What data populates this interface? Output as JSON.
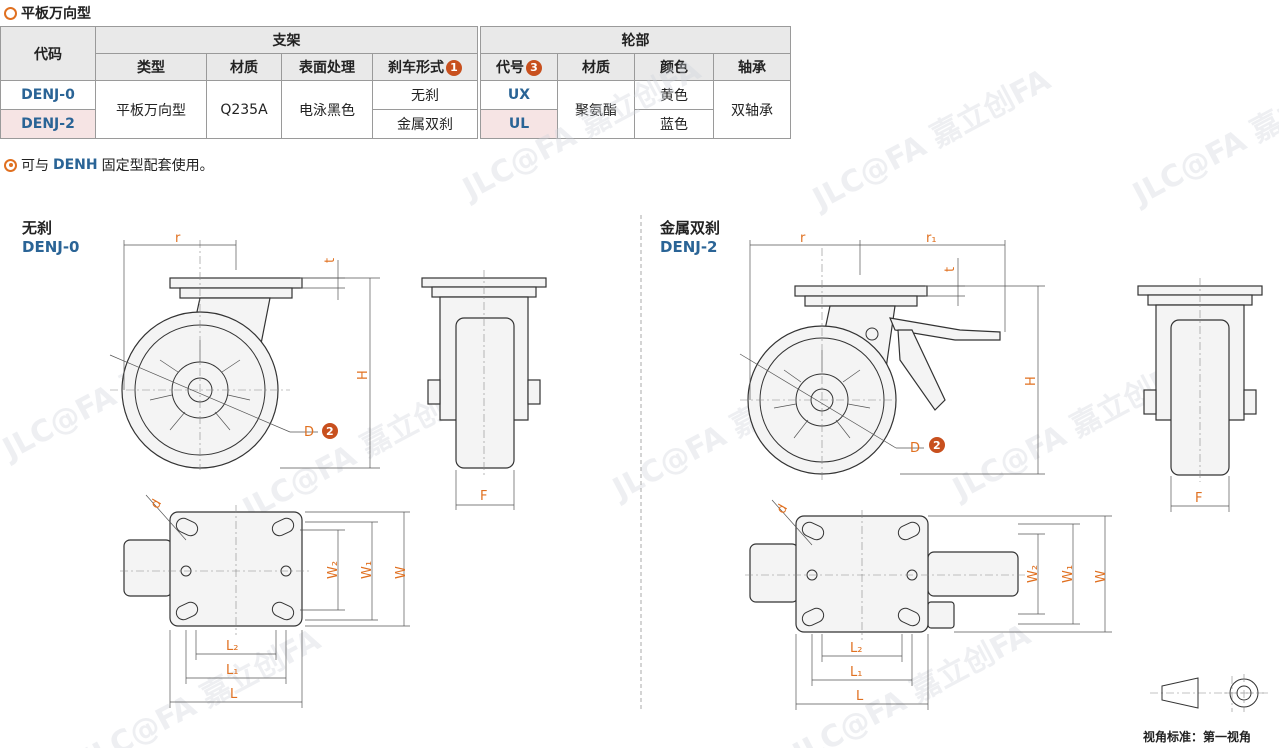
{
  "title": "平板万向型",
  "table": {
    "header_code": "代码",
    "header_bracket": "支架",
    "header_wheel": "轮部",
    "sub_headers": [
      "类型",
      "材质",
      "表面处理",
      "刹车形式",
      "代号",
      "材质",
      "颜色",
      "轴承"
    ],
    "badge_brake": "1",
    "badge_code": "3",
    "rows": [
      {
        "code": "DENJ-0",
        "brake": "无刹",
        "wheel_code": "UX",
        "color": "黄色"
      },
      {
        "code": "DENJ-2",
        "brake": "金属双刹",
        "wheel_code": "UL",
        "color": "蓝色"
      }
    ],
    "type": "平板万向型",
    "material": "Q235A",
    "surface": "电泳黑色",
    "wheel_material": "聚氨酯",
    "bearing": "双轴承"
  },
  "note": {
    "pre": "可与",
    "code": "DENH",
    "post": "固定型配套使用。"
  },
  "left_label": {
    "name": "无刹",
    "code": "DENJ-0"
  },
  "right_label": {
    "name": "金属双刹",
    "code": "DENJ-2"
  },
  "dims": {
    "r": "r",
    "r1": "r₁",
    "t": "t",
    "H": "H",
    "D": "D",
    "F": "F",
    "d": "d",
    "W2": "W₂",
    "W1": "W₁",
    "W": "W",
    "L2": "L₂",
    "L1": "L₁",
    "L": "L",
    "badge_D": "2"
  },
  "view_standard": "视角标准：第一视角",
  "watermark": "JLC@FA 嘉立创FA",
  "colors": {
    "accent": "#e07020",
    "code_blue": "#2a6496",
    "badge": "#c8501e"
  }
}
